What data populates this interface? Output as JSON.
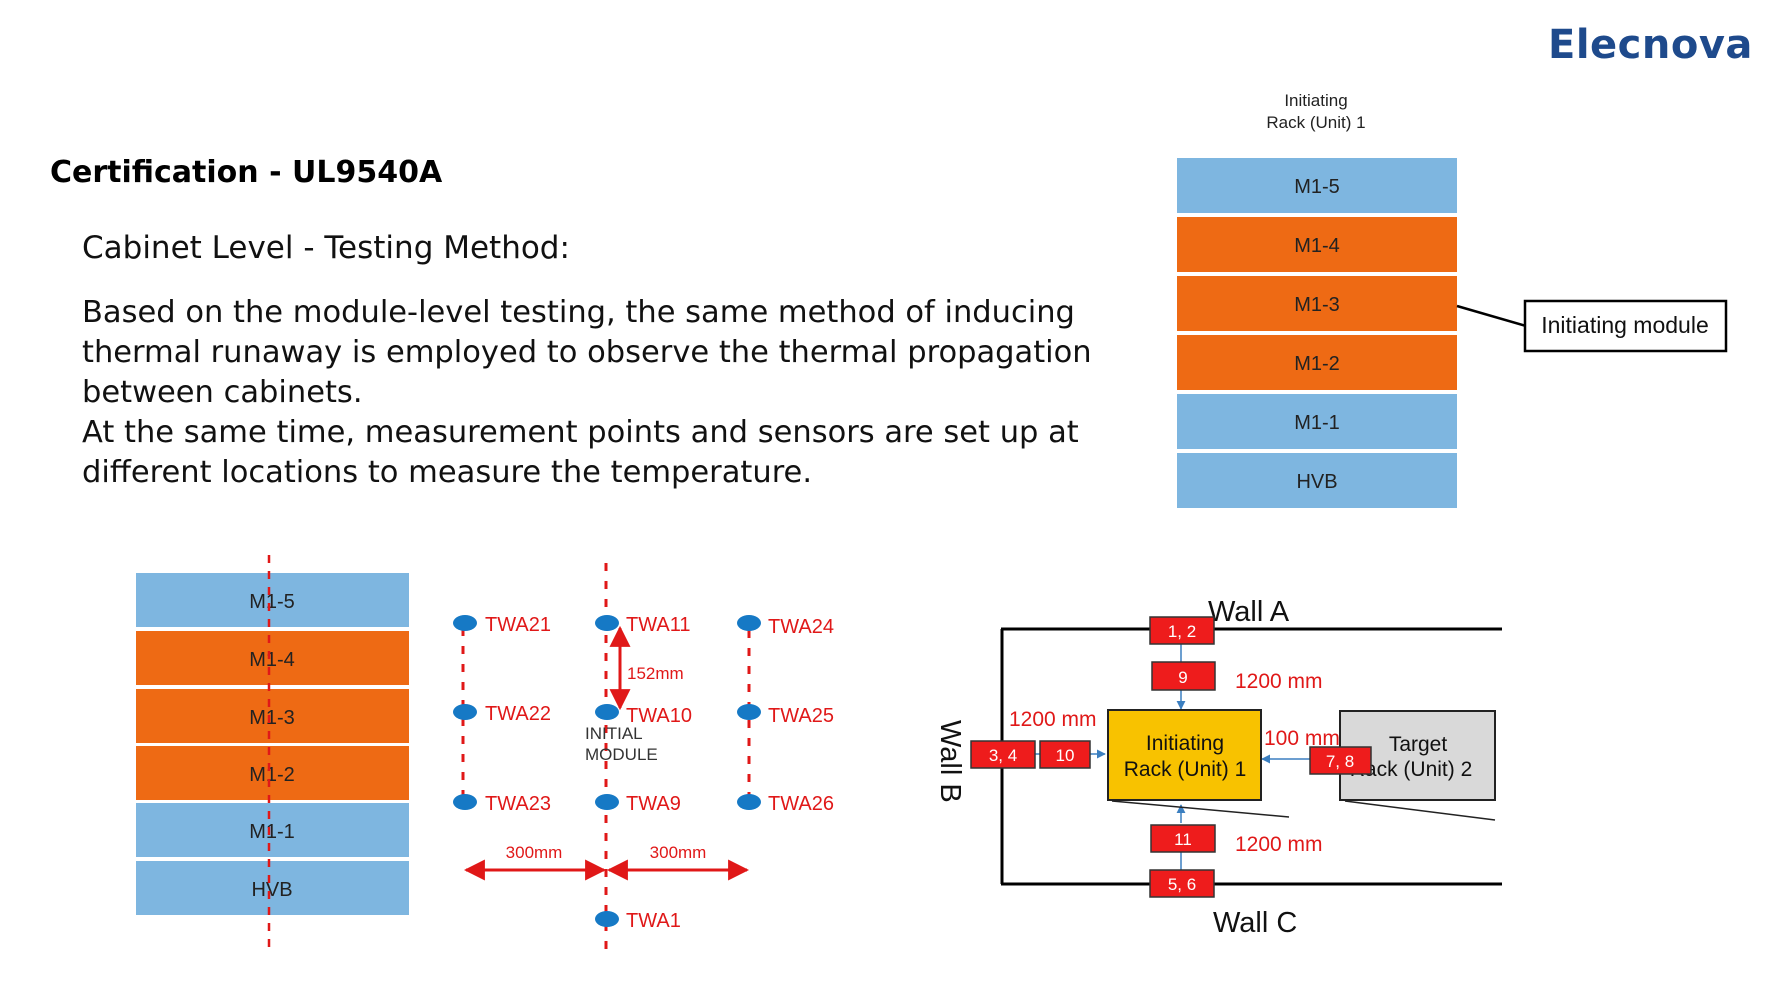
{
  "brand": {
    "logo_text": "Elecnova"
  },
  "header": {
    "title": "Certification - UL9540A",
    "subtitle": "Cabinet Level - Testing Method:"
  },
  "body": {
    "paragraph1": "Based on the module-level testing, the same method of inducing thermal runaway is employed to observe the thermal propagation between cabinets.",
    "paragraph2": "At the same time, measurement points and sensors are set up at different locations to measure the temperature."
  },
  "colors": {
    "module_blue": "#7eb6e0",
    "module_orange": "#ee6a14",
    "marker_red": "#ee1c1c",
    "rack_yellow": "#f8c200",
    "target_gray": "#d9d9d9",
    "sensor_blue": "#1679c5",
    "logo_blue": "#1e4a8c"
  },
  "rack_diagram_top": {
    "caption_line1": "Initiating",
    "caption_line2": "Rack (Unit) 1",
    "modules": [
      {
        "label": "M1-5",
        "color": "blue"
      },
      {
        "label": "M1-4",
        "color": "orange"
      },
      {
        "label": "M1-3",
        "color": "orange"
      },
      {
        "label": "M1-2",
        "color": "orange"
      },
      {
        "label": "M1-1",
        "color": "blue"
      },
      {
        "label": "HVB",
        "color": "blue"
      }
    ],
    "callout": "Initiating module"
  },
  "rack_diagram_bottom": {
    "modules": [
      {
        "label": "M1-5",
        "color": "blue"
      },
      {
        "label": "M1-4",
        "color": "orange"
      },
      {
        "label": "M1-3",
        "color": "orange"
      },
      {
        "label": "M1-2",
        "color": "orange"
      },
      {
        "label": "M1-1",
        "color": "blue"
      },
      {
        "label": "HVB",
        "color": "blue"
      }
    ]
  },
  "sensor_layout": {
    "sensors": {
      "twa21": "TWA21",
      "twa11": "TWA11",
      "twa24": "TWA24",
      "twa22": "TWA22",
      "twa10": "TWA10",
      "twa25": "TWA25",
      "twa23": "TWA23",
      "twa9": "TWA9",
      "twa26": "TWA26",
      "twa1": "TWA1"
    },
    "dim_vertical": "152mm",
    "dim_left": "300mm",
    "dim_right": "300mm",
    "initial_line1": "INITIAL",
    "initial_line2": "MODULE"
  },
  "floor_plan": {
    "wall_a": "Wall A",
    "wall_b": "Wall B",
    "wall_c": "Wall C",
    "markers": {
      "m12": "1, 2",
      "m9": "9",
      "m34": "3, 4",
      "m10": "10",
      "m78": "7, 8",
      "m11": "11",
      "m56": "5, 6"
    },
    "dist_top": "1200 mm",
    "dist_left": "1200 mm",
    "dist_right": "100 mm",
    "dist_bottom": "1200 mm",
    "initiating_line1": "Initiating",
    "initiating_line2": "Rack (Unit) 1",
    "target_line1": "Target",
    "target_line2": "Rack (Unit) 2"
  }
}
